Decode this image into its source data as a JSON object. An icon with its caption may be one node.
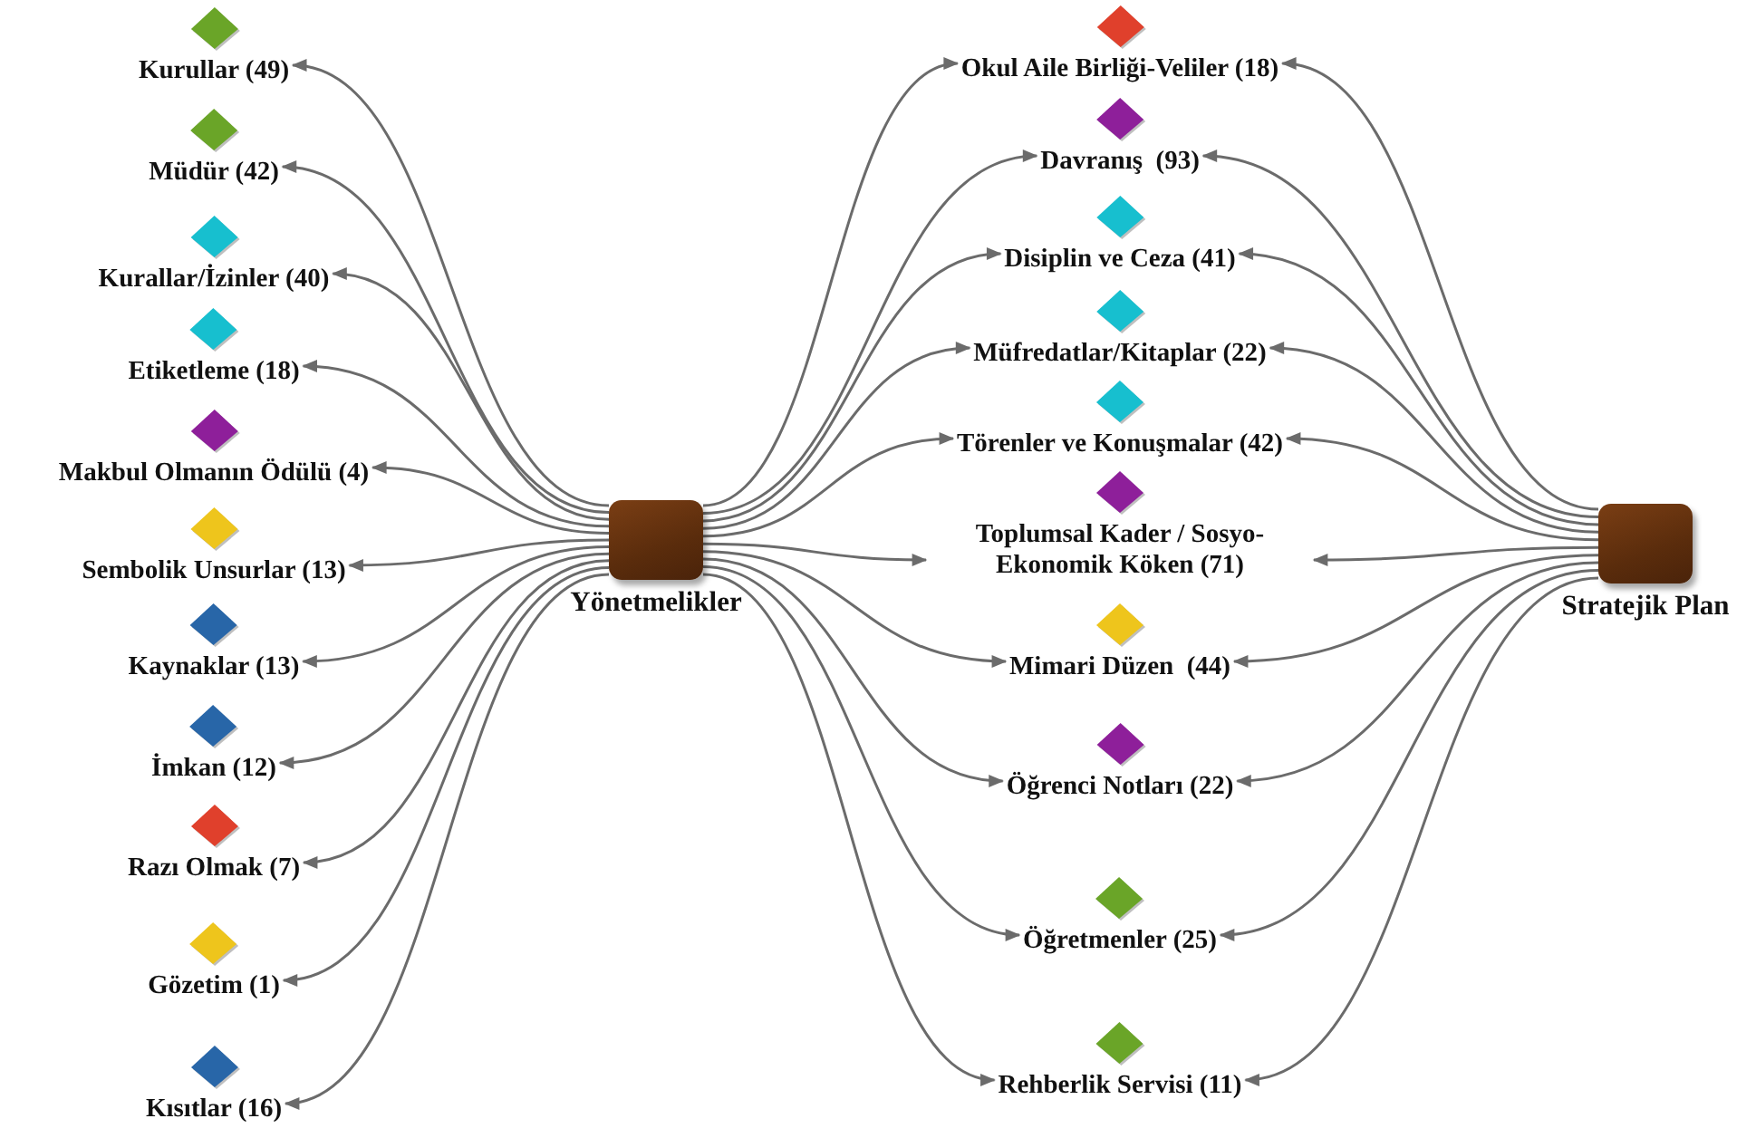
{
  "diagram": {
    "nodes": [
      {
        "text": [
          "Kurullar (49)"
        ]
      },
      {
        "text": [
          "Müdür (42)"
        ]
      },
      {
        "text": [
          "Kurallar/İzinler (40)"
        ]
      },
      {
        "text": [
          "Etiketleme (18)"
        ]
      },
      {
        "text": [
          "Makbul Olmanın Ödülü (4)"
        ]
      },
      {
        "text": [
          "Sembolik Unsurlar (13)"
        ]
      },
      {
        "text": [
          "Kaynaklar (13)"
        ]
      },
      {
        "text": [
          "İmkan (12)"
        ]
      },
      {
        "text": [
          "Razı Olmak (7)"
        ]
      },
      {
        "text": [
          "Gözetim (1)"
        ]
      },
      {
        "text": [
          "Kısıtlar (16)"
        ]
      },
      {
        "text": [
          "Yönetmelikler"
        ]
      },
      {
        "text": [
          "Okul Aile Birliği-Veliler (18)"
        ]
      },
      {
        "text": [
          "Davranış  (93)"
        ]
      },
      {
        "text": [
          "Disiplin ve Ceza (41)"
        ]
      },
      {
        "text": [
          "Müfredatlar/Kitaplar (22)"
        ]
      },
      {
        "text": [
          "Törenler ve Konuşmalar (42)"
        ]
      },
      {
        "text": [
          "Toplumsal Kader / Sosyo-Ekonomik Köken (71)"
        ]
      },
      {
        "text": [
          "Mimari Düzen  (44)"
        ]
      },
      {
        "text": [
          "Öğrenci Notları (22)"
        ]
      },
      {
        "text": [
          "Öğretmenler (25)"
        ]
      },
      {
        "text": [
          "Rehberlik Servisi (11)"
        ]
      },
      {
        "text": [
          "Stratejik Plan"
        ]
      }
    ],
    "edges": [
      {
        "from": 11,
        "to": 0,
        "arrow": "to"
      },
      {
        "from": 11,
        "to": 1,
        "arrow": "to"
      },
      {
        "from": 11,
        "to": 2,
        "arrow": "to"
      },
      {
        "from": 11,
        "to": 3,
        "arrow": "to"
      },
      {
        "from": 11,
        "to": 4,
        "arrow": "to"
      },
      {
        "from": 11,
        "to": 5,
        "arrow": "to"
      },
      {
        "from": 11,
        "to": 6,
        "arrow": "to"
      },
      {
        "from": 11,
        "to": 7,
        "arrow": "to"
      },
      {
        "from": 11,
        "to": 8,
        "arrow": "to"
      },
      {
        "from": 11,
        "to": 9,
        "arrow": "to"
      },
      {
        "from": 11,
        "to": 10,
        "arrow": "to"
      },
      {
        "from": 11,
        "to": 12,
        "arrow": "to"
      },
      {
        "from": 11,
        "to": 13,
        "arrow": "to"
      },
      {
        "from": 11,
        "to": 14,
        "arrow": "to"
      },
      {
        "from": 11,
        "to": 15,
        "arrow": "to"
      },
      {
        "from": 11,
        "to": 16,
        "arrow": "to"
      },
      {
        "from": 11,
        "to": 17,
        "arrow": "to"
      },
      {
        "from": 11,
        "to": 18,
        "arrow": "to"
      },
      {
        "from": 11,
        "to": 19,
        "arrow": "to"
      },
      {
        "from": 11,
        "to": 20,
        "arrow": "to"
      },
      {
        "from": 11,
        "to": 21,
        "arrow": "to"
      },
      {
        "from": 22,
        "to": 12,
        "arrow": "to"
      },
      {
        "from": 22,
        "to": 13,
        "arrow": "to"
      },
      {
        "from": 22,
        "to": 14,
        "arrow": "to"
      },
      {
        "from": 22,
        "to": 15,
        "arrow": "to"
      },
      {
        "from": 22,
        "to": 16,
        "arrow": "to"
      },
      {
        "from": 22,
        "to": 17,
        "arrow": "to"
      },
      {
        "from": 22,
        "to": 18,
        "arrow": "to"
      },
      {
        "from": 22,
        "to": 19,
        "arrow": "to"
      },
      {
        "from": 22,
        "to": 20,
        "arrow": "to"
      },
      {
        "from": 22,
        "to": 21,
        "arrow": "to"
      }
    ]
  }
}
